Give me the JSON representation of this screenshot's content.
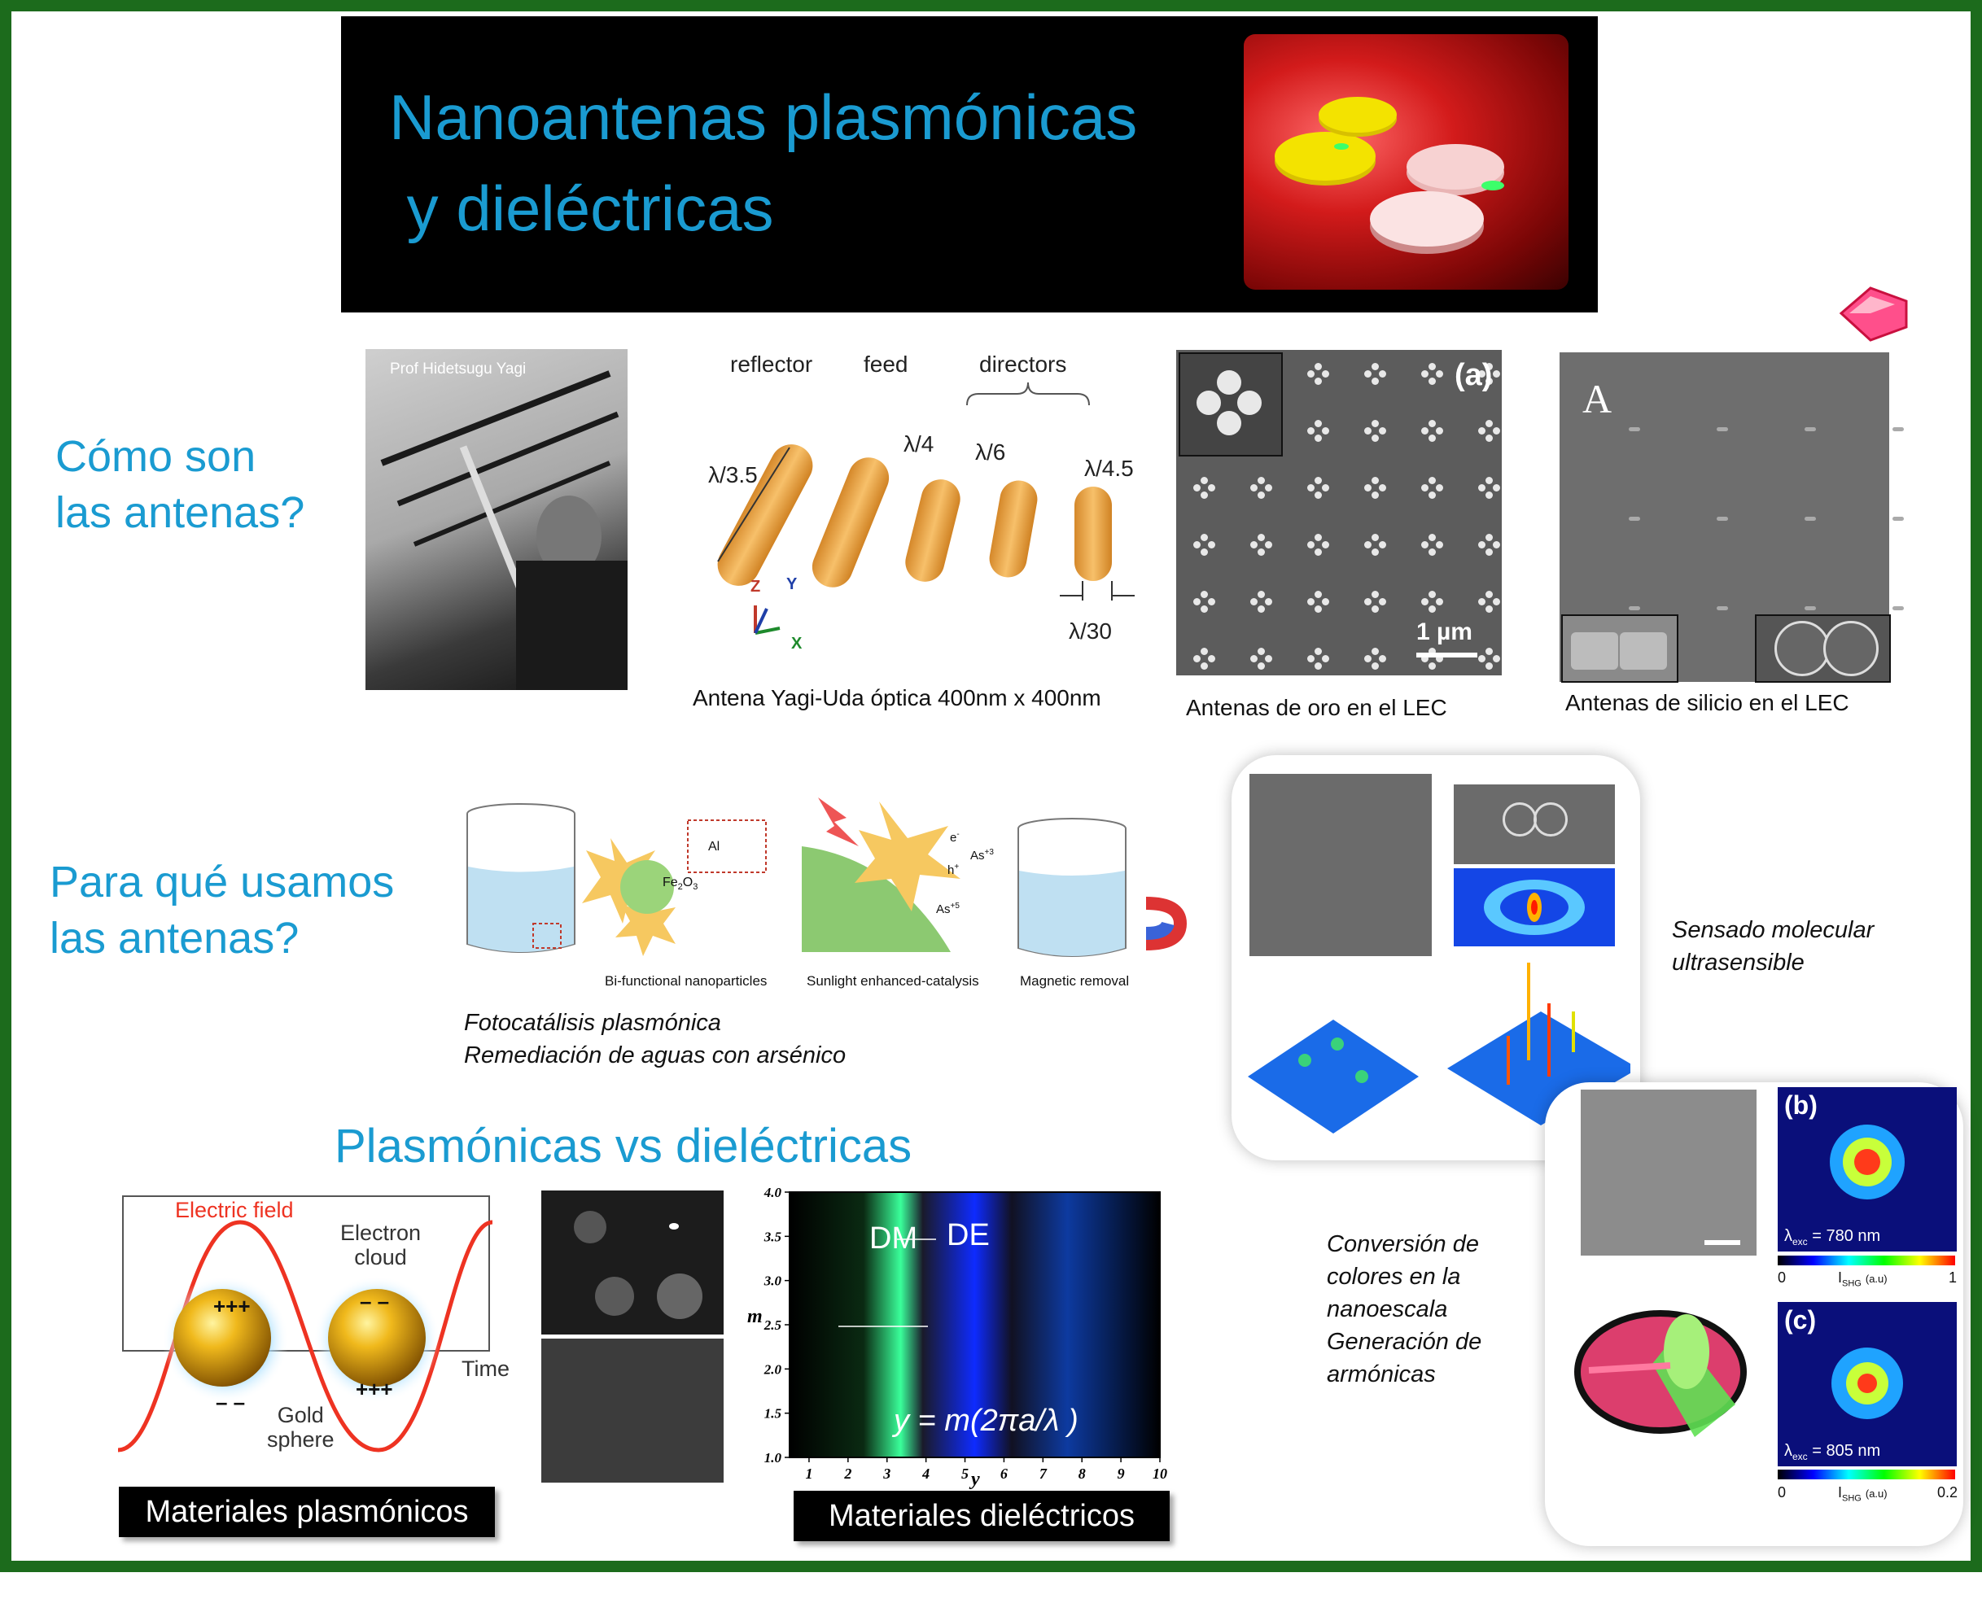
{
  "title": {
    "line1": "Nanoantenas plasmónicas",
    "line2": " y dieléctricas"
  },
  "questions": {
    "como_son": "Cómo son\nlas antenas?",
    "para_que": "Para qué usamos\nlas antenas?",
    "vs": "Plasmónicas vs dieléctricas"
  },
  "yagi_photo": {
    "label": "Prof Hidetsugu Yagi"
  },
  "yagi_diagram": {
    "labels": {
      "reflector": "reflector",
      "feed": "feed",
      "directors": "directors"
    },
    "sizes": [
      "λ/3.5",
      "λ/4",
      "λ/6",
      "λ/4.5",
      "λ/30"
    ],
    "axes": [
      "Z",
      "Y",
      "X"
    ],
    "caption": "Antena Yagi-Uda óptica 400nm x 400nm"
  },
  "gold_sem": {
    "panel_label": "(a)",
    "scale": "1 µm",
    "caption": "Antenas de oro en el LEC"
  },
  "silicon_sem": {
    "panel_label": "A",
    "caption": "Antenas de silicio en el LEC"
  },
  "photocatalysis": {
    "labels": [
      "Bi-functional nanoparticles",
      "Sunlight enhanced-catalysis",
      "Magnetic removal"
    ],
    "chem": {
      "al": "Al",
      "fe": "Fe",
      "fe_sub": "2",
      "o": "O",
      "o_sub": "3",
      "e": "e",
      "e_sup": "-",
      "h": "h",
      "h_sup": "+",
      "as3": "As",
      "as3_sup": "+3",
      "as5": "As",
      "as5_sup": "+5"
    },
    "caption": "Fotocatálisis plasmónica\nRemediación de aguas con arsénico"
  },
  "sensing": {
    "caption": "Sensado molecular\nultrasensible"
  },
  "conversion": {
    "caption": "Conversión de\ncolores en la\nnanoescala\nGeneración de\narmónicas",
    "panel_b": "(b)",
    "panel_c": "(c)",
    "lambda_b": "= 780 nm",
    "lambda_c": "= 805 nm",
    "lambda_sym": "λ",
    "lambda_sub": "exc",
    "scale_b": {
      "min": "0",
      "label": "I",
      "label_sub": "SHG",
      "unit": "(a.u)",
      "max": "1"
    },
    "scale_c": {
      "min": "0",
      "label": "I",
      "label_sub": "SHG",
      "unit": "(a.u)",
      "max": "0.2"
    }
  },
  "plasmonic_diagram": {
    "electric_field": "Electric field",
    "electron_cloud": "Electron\ncloud",
    "gold_sphere": "Gold\nsphere",
    "time": "Time",
    "charges_plus": "+++",
    "charges_minus": "– –"
  },
  "dielectric_chart": {
    "annotations": {
      "dm": "DM",
      "de": "DE",
      "formula_prefix": "y = m(2",
      "formula_pi": "π",
      "formula_suffix": "a/λ )"
    },
    "ylabel": "m",
    "xlabel": "y"
  },
  "chart_data": {
    "type": "heatmap",
    "x": [
      1,
      2,
      3,
      4,
      5,
      6,
      7,
      8,
      9,
      10
    ],
    "y_ticks": [
      "1.0",
      "1.5",
      "2.0",
      "2.5",
      "3.0",
      "3.5",
      "4.0"
    ],
    "xlim": [
      0.5,
      10
    ],
    "ylim": [
      1.0,
      4.0
    ],
    "xlabel": "y",
    "ylabel": "m"
  },
  "bars": {
    "plasmonic": "Materiales plasmónicos",
    "dielectric": "Materiales dieléctricos"
  },
  "colors": {
    "accent": "#1a9bd1",
    "frame": "#1c6b1c"
  }
}
